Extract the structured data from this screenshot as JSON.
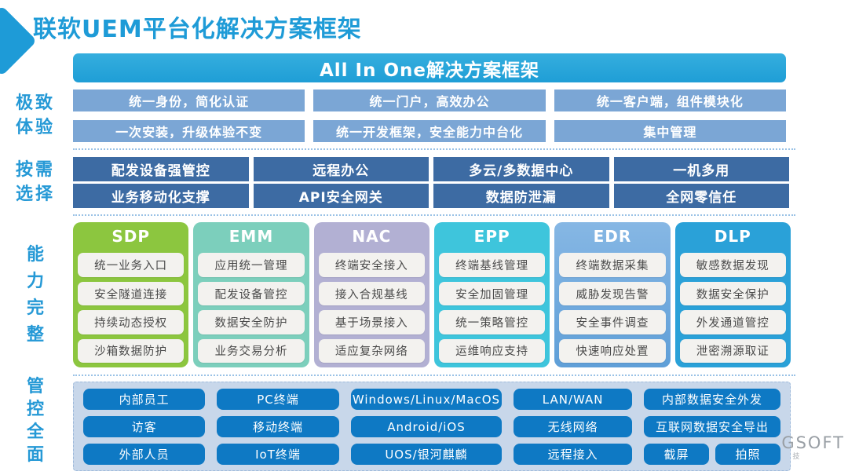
{
  "header": {
    "title": "联软UEM平台化解决方案框架",
    "banner": "All In One解决方案框架"
  },
  "colors": {
    "title_blue": "#1e9bd7",
    "banner_blue": "#29a3d7",
    "experience_box": "#7ba6d5",
    "on_demand_box": "#3d6ba3",
    "sdp_green": "#8cc63f",
    "emm_teal": "#7ccfbc",
    "nac_lavender": "#b2b0d3",
    "epp_cyan": "#3ec5dc",
    "edr_blue": "#6fa9dc",
    "dlp_blue": "#2aa1d8",
    "management_bg": "#c8d7ea",
    "management_box": "#0e79c4"
  },
  "experience": {
    "label_line1": "极致",
    "label_line2": "体验",
    "row1": [
      "统一身份，简化认证",
      "统一门户，高效办公",
      "统一客户端，组件模块化"
    ],
    "row2": [
      "一次安装，升级体验不变",
      "统一开发框架，安全能力中台化",
      "集中管理"
    ]
  },
  "on_demand": {
    "label_line1": "按需",
    "label_line2": "选择",
    "row1": [
      "配发设备强管控",
      "远程办公",
      "多云/多数据中心",
      "一机多用"
    ],
    "row2": [
      "业务移动化支撑",
      "API安全网关",
      "数据防泄漏",
      "全网零信任"
    ]
  },
  "capabilities": {
    "label_chars": [
      "能",
      "力",
      "完",
      "整"
    ],
    "columns": [
      {
        "name": "SDP",
        "items": [
          "统一业务入口",
          "安全隧道连接",
          "持续动态授权",
          "沙箱数据防护"
        ]
      },
      {
        "name": "EMM",
        "items": [
          "应用统一管理",
          "配发设备管控",
          "数据安全防护",
          "业务交易分析"
        ]
      },
      {
        "name": "NAC",
        "items": [
          "终端安全接入",
          "接入合规基线",
          "基于场景接入",
          "适应复杂网络"
        ]
      },
      {
        "name": "EPP",
        "items": [
          "终端基线管理",
          "安全加固管理",
          "统一策略管控",
          "运维响应支持"
        ]
      },
      {
        "name": "EDR",
        "items": [
          "终端数据采集",
          "威胁发现告警",
          "安全事件调查",
          "快速响应处置"
        ]
      },
      {
        "name": "DLP",
        "items": [
          "敏感数据发现",
          "数据安全保护",
          "外发通道管控",
          "泄密溯源取证"
        ]
      }
    ]
  },
  "management": {
    "label_chars": [
      "管",
      "控",
      "全",
      "面"
    ],
    "columns": [
      {
        "items": [
          "内部员工",
          "访客",
          "外部人员"
        ]
      },
      {
        "items": [
          "PC终端",
          "移动终端",
          "IoT终端"
        ]
      },
      {
        "items": [
          "Windows/Linux/MacOS",
          "Android/iOS",
          "UOS/银河麒麟"
        ]
      },
      {
        "items": [
          "LAN/WAN",
          "无线网络",
          "远程接入"
        ]
      },
      {
        "items": [
          "内部数据安全外发",
          "互联网数据安全导出"
        ],
        "split_row": [
          "截屏",
          "拍照"
        ]
      }
    ]
  },
  "watermark": {
    "text": "GSOFT",
    "sub": "技"
  }
}
